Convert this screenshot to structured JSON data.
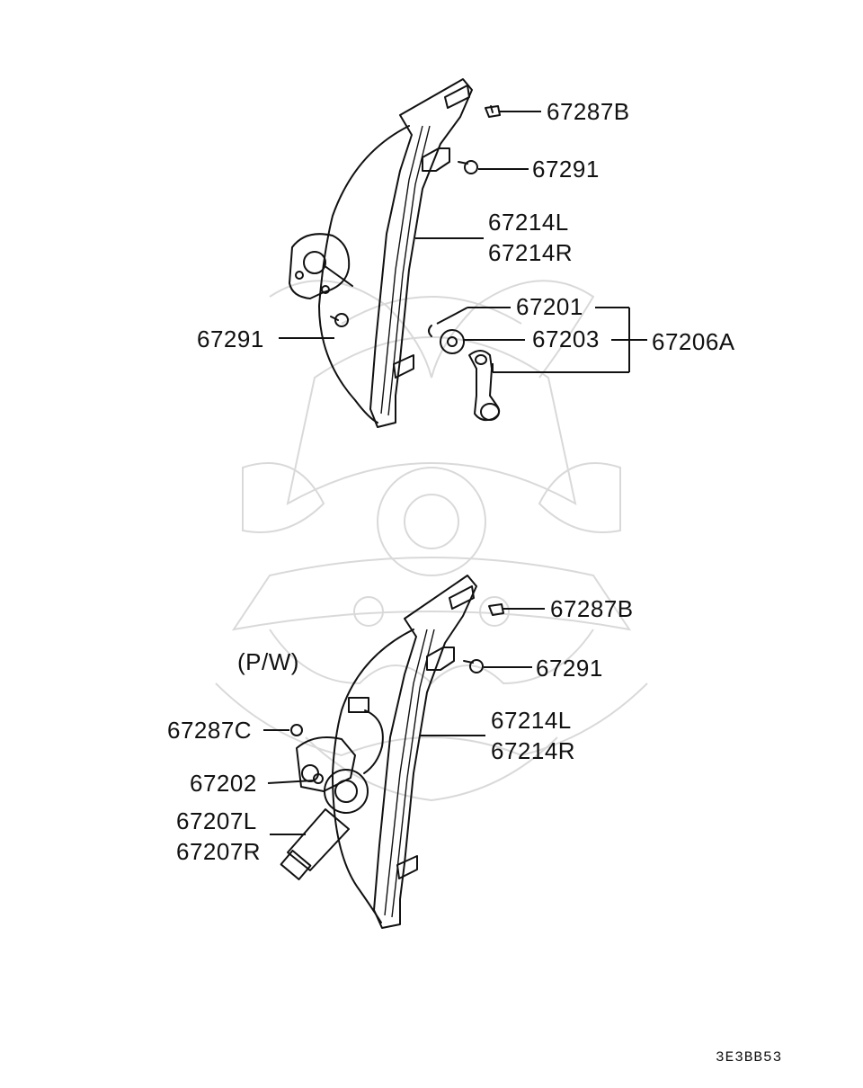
{
  "colors": {
    "ink": "#111111",
    "watermark": "#d9d9d9",
    "background": "#ffffff"
  },
  "watermark": {
    "icon": "samurai-helmet-emblem"
  },
  "upper_assembly": {
    "labels": {
      "p67287b": "67287B",
      "p67291_right": "67291",
      "p67214l": "67214L",
      "p67214r": "67214R",
      "p67201": "67201",
      "p67203": "67203",
      "p67206a": "67206A",
      "p67291_left": "67291"
    }
  },
  "lower_assembly": {
    "variant_note": "(P/W)",
    "labels": {
      "p67287b": "67287B",
      "p67291": "67291",
      "p67287c": "67287C",
      "p67214l": "67214L",
      "p67214r": "67214R",
      "p67202": "67202",
      "p67207l": "67207L",
      "p67207r": "67207R"
    }
  },
  "diagram_code": "3E3BB53"
}
